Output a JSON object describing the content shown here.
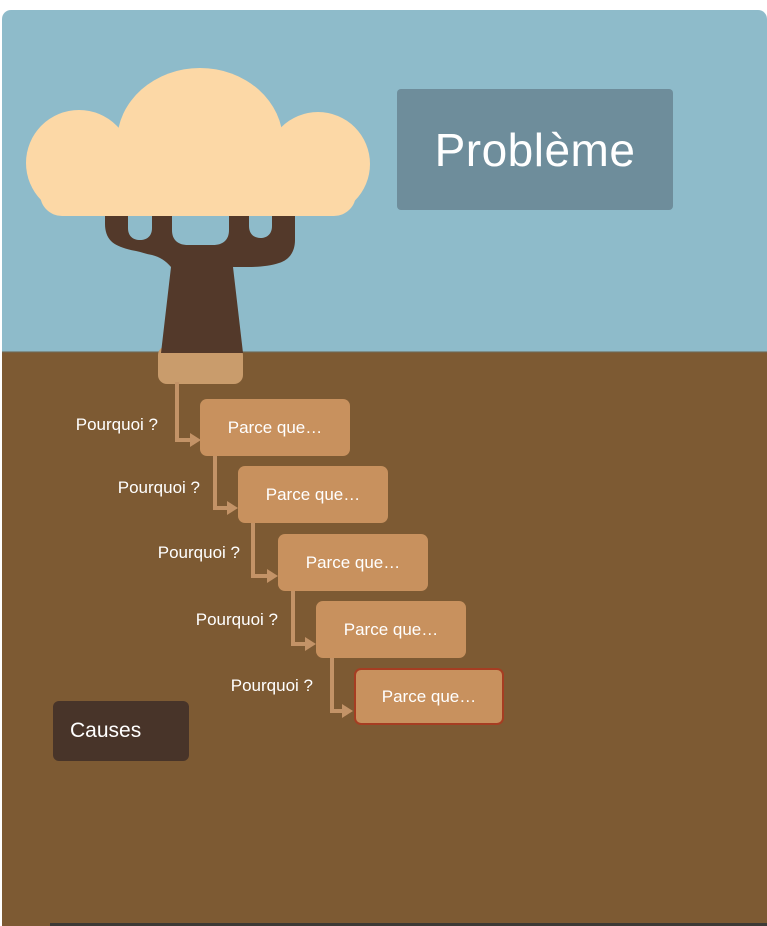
{
  "slide": {
    "type": "five-whys-diagram",
    "problem": {
      "label": "Problème"
    },
    "causes": {
      "label": "Causes"
    },
    "steps": [
      {
        "why": "Pourquoi ?",
        "because": "Parce que…",
        "active": false
      },
      {
        "why": "Pourquoi ?",
        "because": "Parce que…",
        "active": false
      },
      {
        "why": "Pourquoi ?",
        "because": "Parce que…",
        "active": false
      },
      {
        "why": "Pourquoi ?",
        "because": "Parce que…",
        "active": false
      },
      {
        "why": "Pourquoi ?",
        "because": "Parce que…",
        "active": true
      }
    ],
    "illustration": {
      "tree_parts": [
        "tree-canopy",
        "tree-trunk",
        "tree-root-block"
      ],
      "connector_arrow_icon": "right-pointing-triangle"
    },
    "colors": {
      "sky": "#8ebbca",
      "ground": "#7d5a33",
      "problem_box": "#6e8d9b",
      "canopy": "#fcd8a6",
      "trunk": "#53392a",
      "root_block": "#c99c6c",
      "connector": "#c39367",
      "because_box": "#c8915e",
      "active_border": "#a63d22",
      "causes_box": "#483429",
      "text": "#ffffff"
    }
  }
}
